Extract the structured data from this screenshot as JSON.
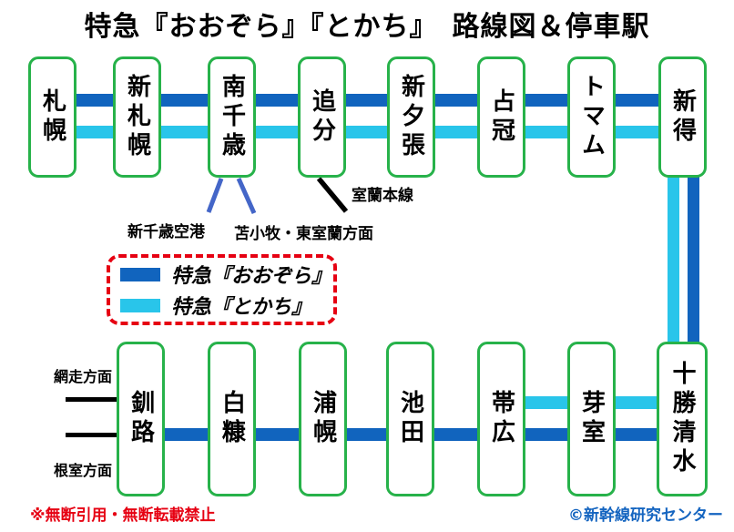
{
  "title": "特急『おおぞら』『とかち』　路線図＆停車駅",
  "map": {
    "top_stations": [
      "札幌",
      "新札幌",
      "南千歳",
      "追分",
      "新夕張",
      "占冠",
      "トマム",
      "新得"
    ],
    "bottom_stations": [
      "釧路",
      "白糠",
      "浦幌",
      "池田",
      "帯広",
      "芽室",
      "十勝清水"
    ]
  },
  "legend": {
    "items": [
      {
        "label": "特急『おおぞら』",
        "color": "#1164be"
      },
      {
        "label": "特急『とかち』",
        "color": "#29c5ea"
      }
    ]
  },
  "annotations": {
    "airport": "新千歳空港",
    "tomakomai": "苫小牧・東室蘭方面",
    "muroran_line": "室蘭本線",
    "abashiri": "網走方面",
    "nemuro": "根室方面"
  },
  "footer": {
    "notice": "※無断引用・無断転載禁止",
    "credit": "©新幹線研究センター"
  },
  "colors": {
    "ozora_blue": "#1164be",
    "tokachi_cyan": "#29c5ea",
    "station_border_green": "#27b24a",
    "legend_border_red": "#e60012",
    "branch_blue": "#4466c8",
    "notice_red": "#e60012",
    "credit_blue": "#1565c0"
  }
}
